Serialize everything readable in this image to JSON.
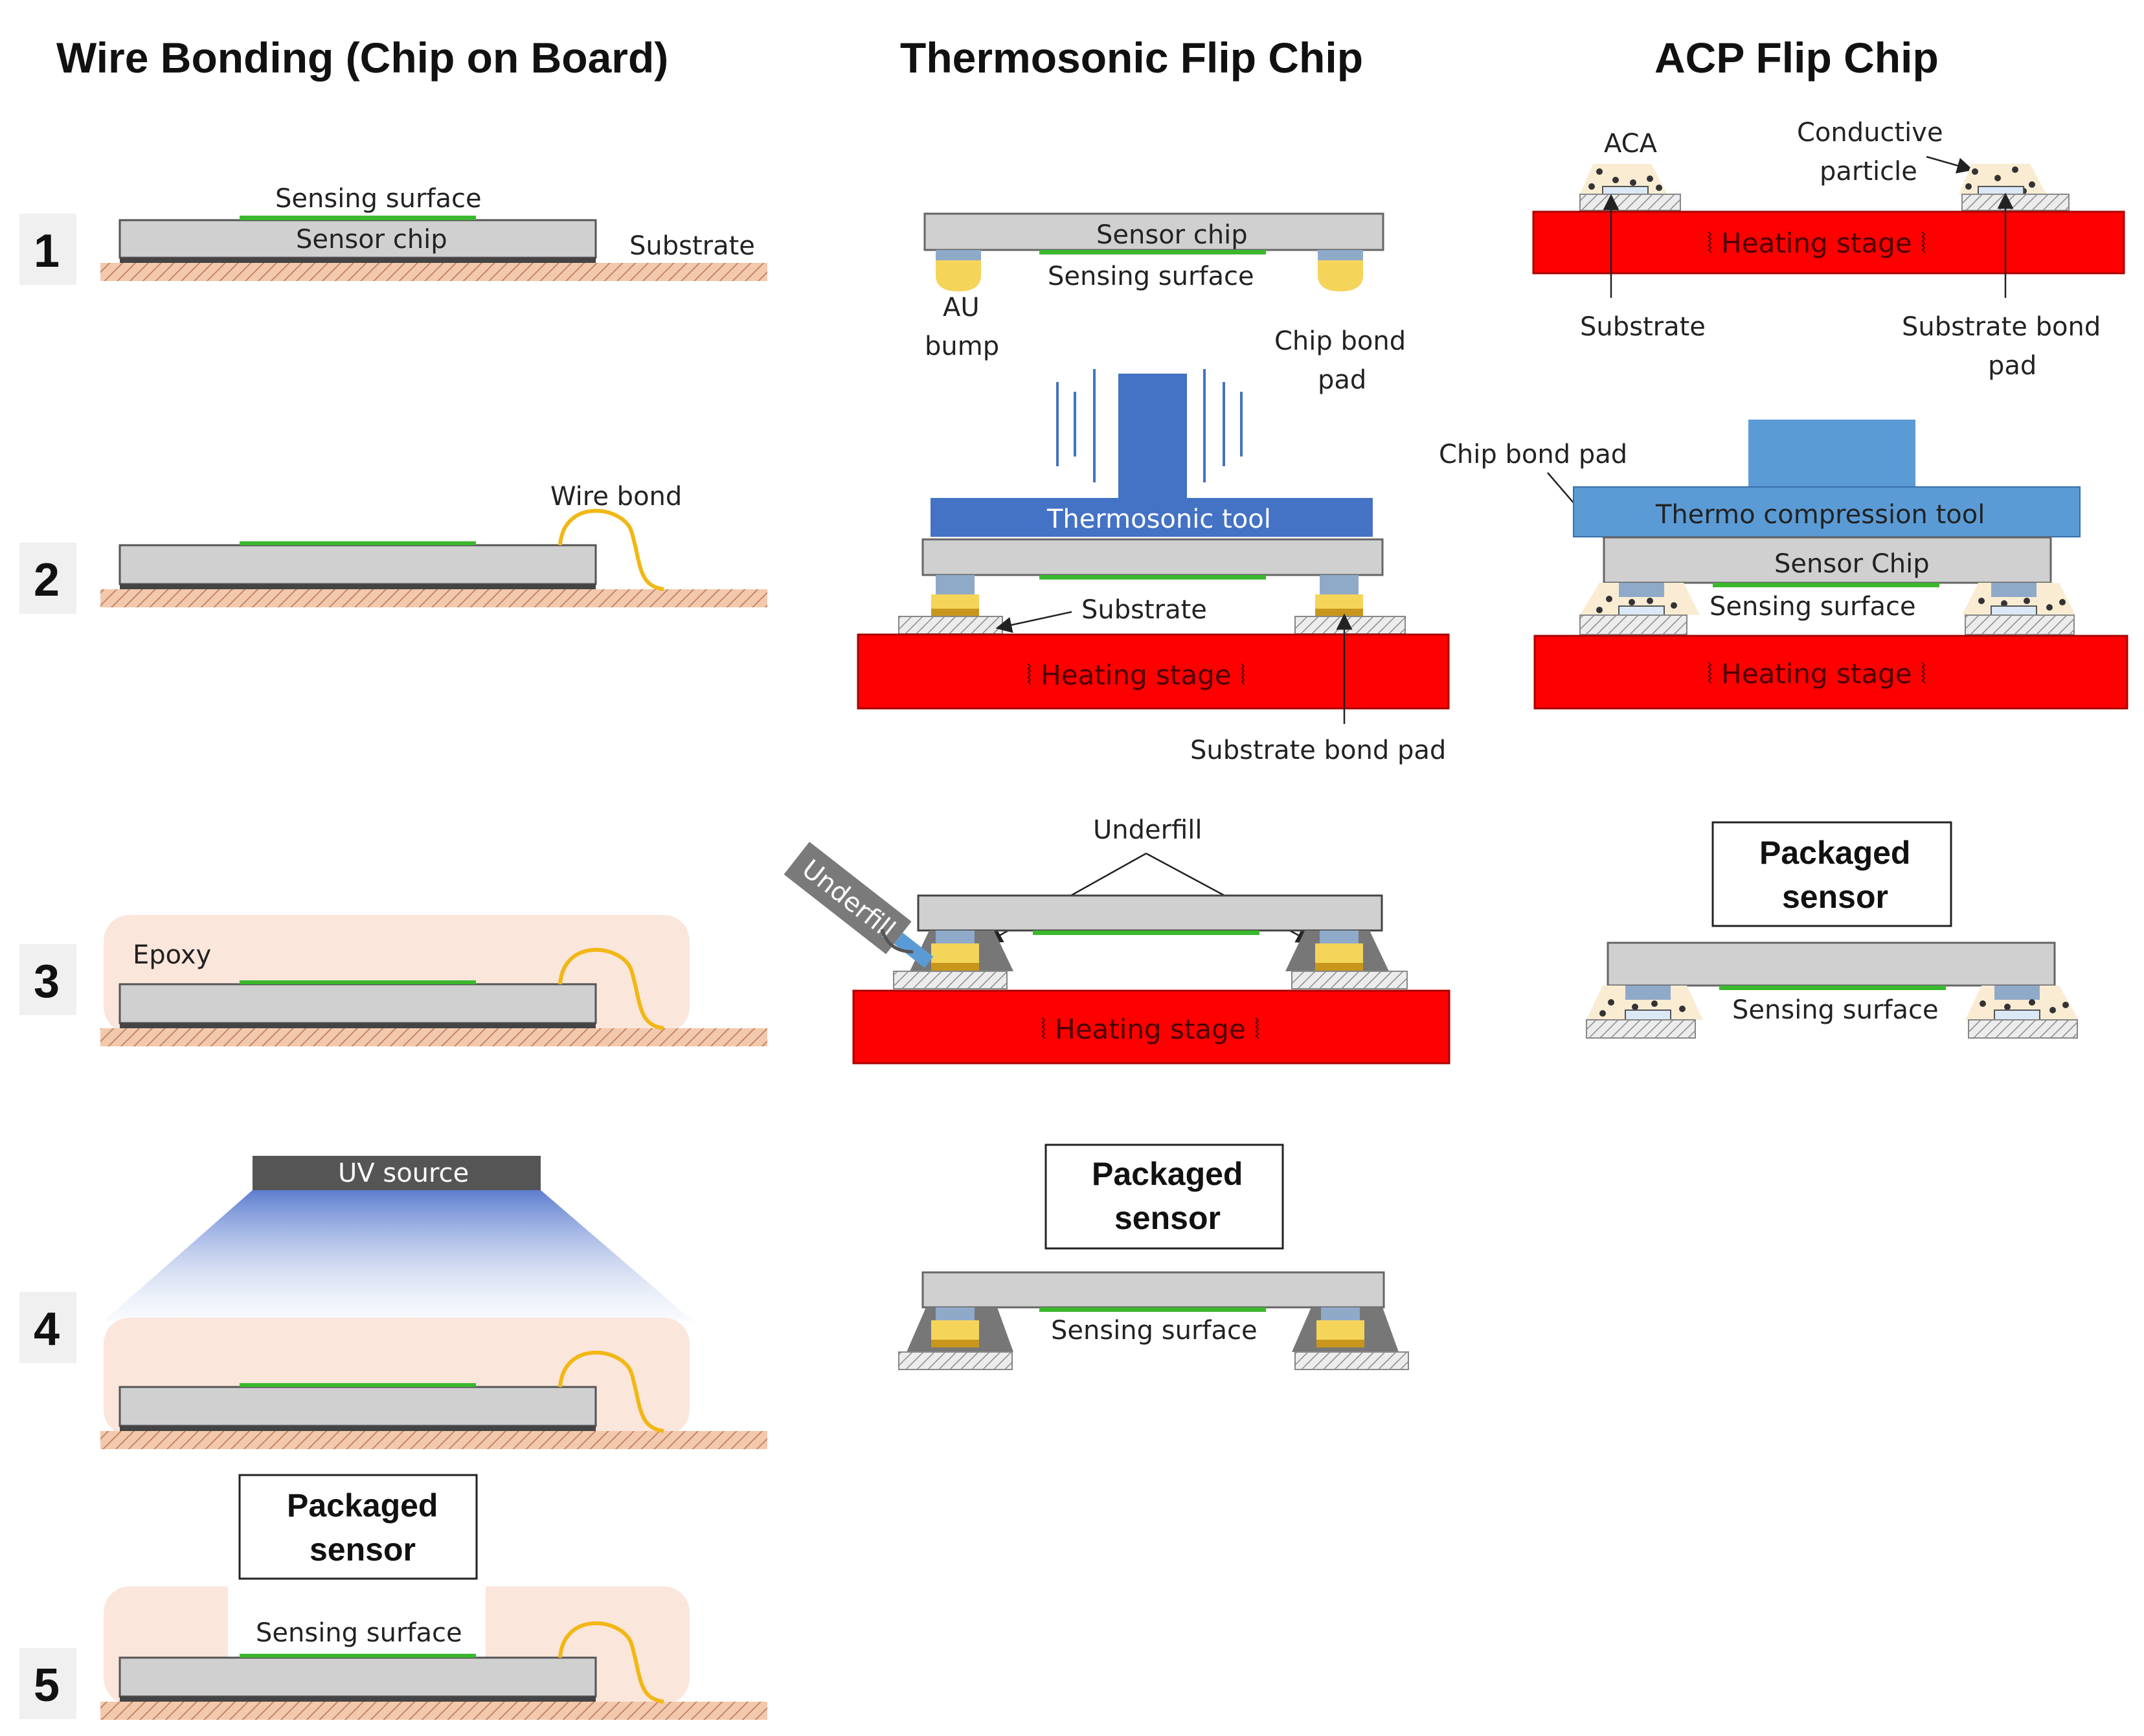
{
  "columns": {
    "wire_bonding": "Wire Bonding (Chip on Board)",
    "thermosonic": "Thermosonic Flip Chip",
    "acp": "ACP Flip Chip"
  },
  "steps": [
    "1",
    "2",
    "3",
    "4",
    "5"
  ],
  "wire_bonding": {
    "sensing_surface": "Sensing surface",
    "sensor_chip": "Sensor chip",
    "substrate": "Substrate",
    "wire_bond": "Wire bond",
    "epoxy": "Epoxy",
    "uv_source": "UV source",
    "packaged_sensor_line1": "Packaged",
    "packaged_sensor_line2": "sensor",
    "sensing_surface_final": "Sensing surface"
  },
  "thermosonic": {
    "sensor_chip": "Sensor chip",
    "sensing_surface": "Sensing surface",
    "au_bump_line1": "AU",
    "au_bump_line2": "bump",
    "chip_bond_pad_line1": "Chip bond",
    "chip_bond_pad_line2": "pad",
    "thermosonic_tool": "Thermosonic tool",
    "substrate": "Substrate",
    "heating_stage": "⦚ Heating stage ⦚",
    "substrate_bond_pad": "Substrate bond pad",
    "underfill": "Underfill",
    "underfill_dispenser": "Underfill",
    "heating_stage_3": "⦚ Heating stage ⦚",
    "packaged_sensor_line1": "Packaged",
    "packaged_sensor_line2": "sensor",
    "sensing_surface_final": "Sensing surface"
  },
  "acp": {
    "aca": "ACA",
    "conductive_particle_line1": "Conductive",
    "conductive_particle_line2": "particle",
    "heating_stage": "⦚ Heating stage ⦚",
    "substrate": "Substrate",
    "substrate_bond_pad_line1": "Substrate bond",
    "substrate_bond_pad_line2": "pad",
    "chip_bond_pad": "Chip bond pad",
    "thermo_compression_tool": "Thermo compression tool",
    "sensor_chip": "Sensor Chip",
    "sensing_surface": "Sensing surface",
    "heating_stage_2": "⦚ Heating stage ⦚",
    "packaged_sensor_line1": "Packaged",
    "packaged_sensor_line2": "sensor",
    "sensing_surface_final": "Sensing surface"
  },
  "colors": {
    "chip": "#d0d0d0",
    "sensing": "#3bb82e",
    "substrate": "#f3c9ad",
    "epoxy": "#fbe6dc",
    "wire": "#f2b714",
    "heating": "#ff0000",
    "thermosonic_tool": "#4472c4",
    "tc_tool": "#5b9bd5",
    "bump": "#f5d45a",
    "aca": "#f9ecd3"
  }
}
